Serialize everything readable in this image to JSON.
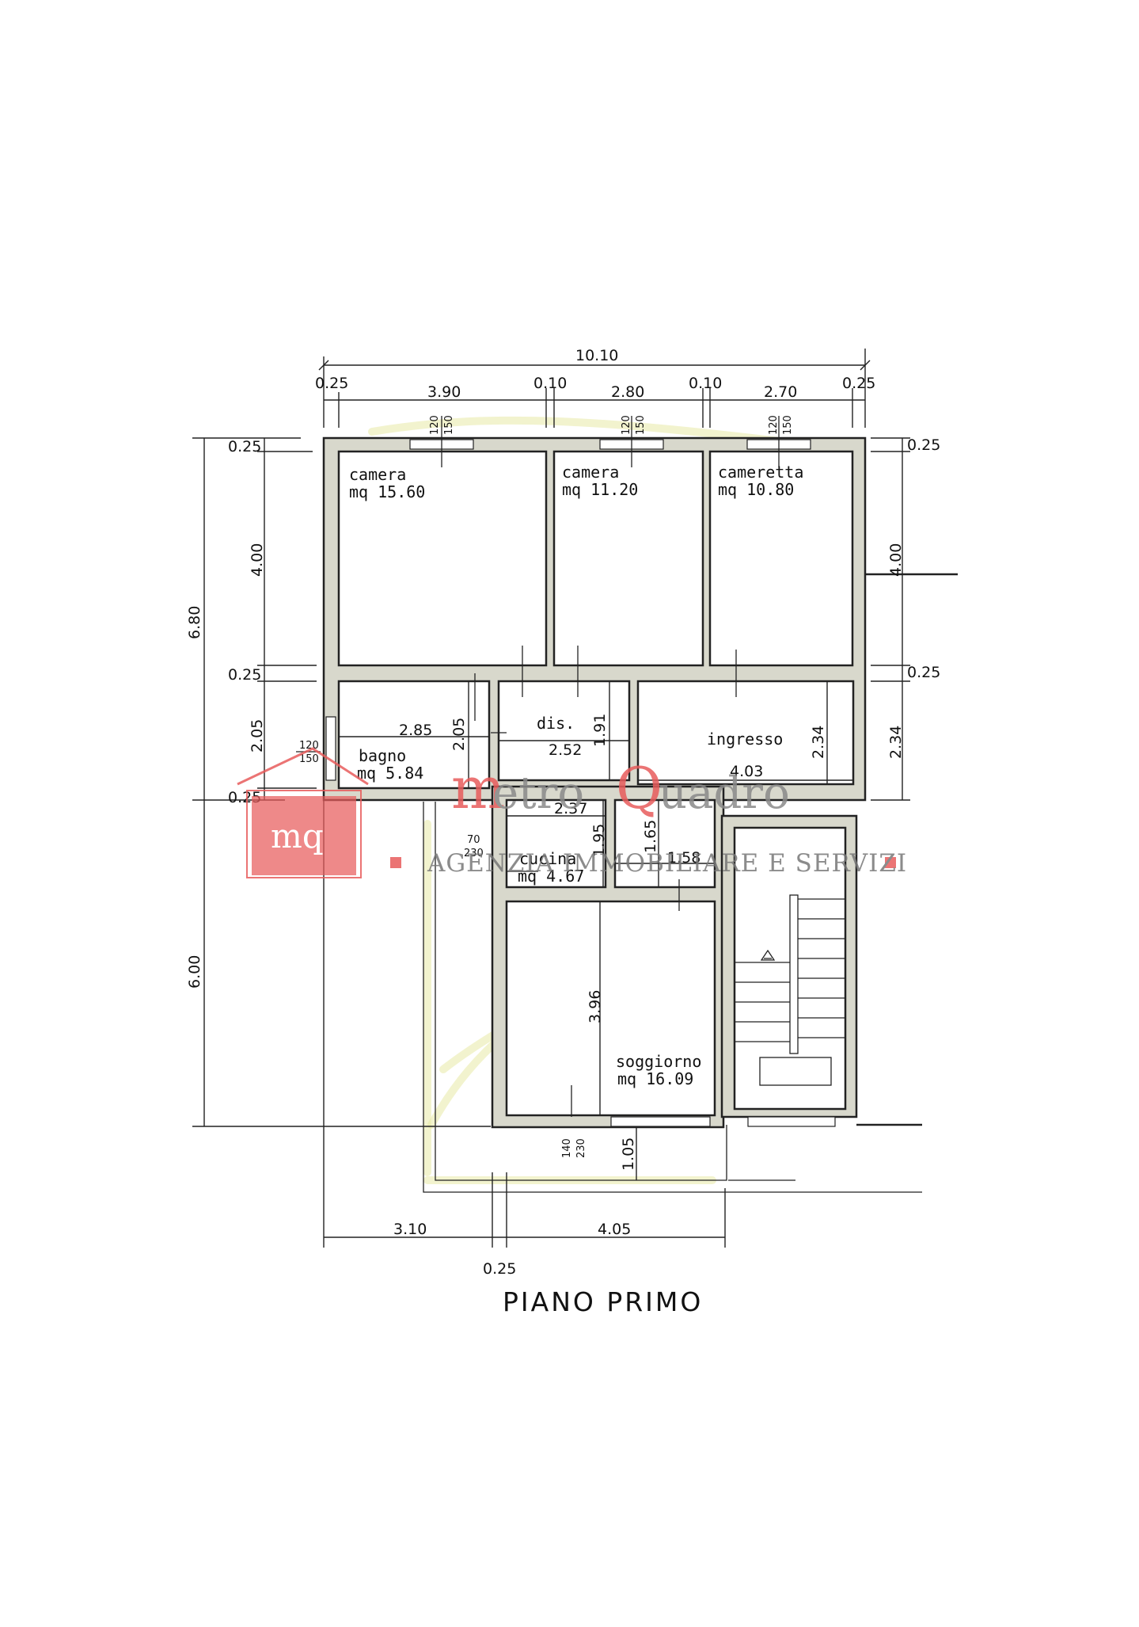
{
  "title": "PIANO PRIMO",
  "rooms": {
    "camera1": {
      "name": "camera",
      "area": "mq  15.60"
    },
    "camera2": {
      "name": "camera",
      "area": "mq  11.20"
    },
    "cameretta": {
      "name": "cameretta",
      "area": "mq  10.80"
    },
    "bagno": {
      "name": "bagno",
      "area": "mq  5.84"
    },
    "dis": {
      "name": "dis."
    },
    "ingresso": {
      "name": "ingresso"
    },
    "cucina": {
      "name": "cucina",
      "area": "mq  4.67"
    },
    "soggiorno": {
      "name": "soggiorno",
      "area": "mq  16.09"
    }
  },
  "dims": {
    "top_total": "10.10",
    "top_wall_left": "0.25",
    "top_camera1": "3.90",
    "top_wall_a": "0.10",
    "top_camera2": "2.80",
    "top_wall_b": "0.10",
    "top_cameretta": "2.70",
    "top_wall_right": "0.25",
    "left_total": "6.80",
    "left_wall_top": "0.25",
    "left_bedrooms": "4.00",
    "left_wall_mid": "0.25",
    "left_bagno": "2.05",
    "left_wall_bottom": "0.25",
    "left_lower": "6.00",
    "right_wall_top": "0.25",
    "right_bedrooms": "4.00",
    "right_wall_mid": "0.25",
    "right_ingresso": "2.34",
    "bagno_w": "2.85",
    "bagno_h": "2.05",
    "dis_w": "2.52",
    "dis_h": "1.91",
    "ingresso_w": "4.03",
    "ingresso_h": "2.34",
    "cucina_w": "2.37",
    "cucina_h": "1.95",
    "ripost_h": "1.65",
    "ripost_w": "1.58",
    "soggiorno_h": "3.96",
    "balcony_h": "1.05",
    "bottom_left": "3.10",
    "bottom_wall": "0.25",
    "bottom_right": "4.05"
  },
  "windows": {
    "w1_a": "120",
    "w1_b": "150",
    "w2_a": "120",
    "w2_b": "150",
    "w3_a": "120",
    "w3_b": "150",
    "wb_a": "120",
    "wb_b": "150",
    "wc_a": "70",
    "wc_b": "230",
    "ws_a": "140",
    "ws_b": "230"
  },
  "logo": {
    "badge": "mq",
    "name_m": "m",
    "name_etro": "etro",
    "name_q": "Q",
    "name_uadro": "uadro",
    "tagline": "AGENZIA IMMOBILIARE E SERVIZI",
    "color": "#e85c5c"
  }
}
